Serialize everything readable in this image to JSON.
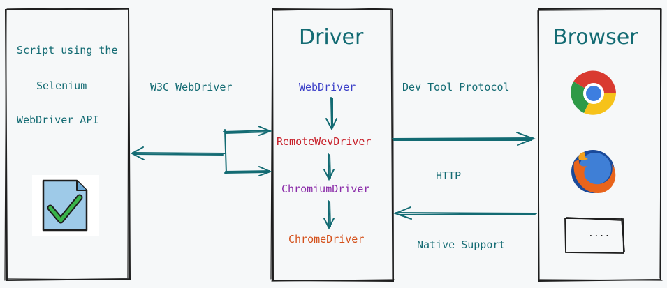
{
  "script_box": {
    "line1": "Script using the",
    "line2": "Selenium",
    "line3": "WebDriver API",
    "icon": "document-check-icon"
  },
  "driver_box": {
    "title": "Driver",
    "webdriver": "WebDriver",
    "remote": "RemoteWevDriver",
    "chromium": "ChromiumDriver",
    "chrome": "ChromeDriver"
  },
  "browser_box": {
    "title": "Browser",
    "chrome_icon": "chrome-icon",
    "firefox_icon": "firefox-icon",
    "more_label": "...."
  },
  "connectors": {
    "w3c": "W3C WebDriver",
    "devtool": "Dev Tool Protocol",
    "http": "HTTP",
    "native": "Native Support"
  },
  "colors": {
    "teal": "#136b73",
    "blue": "#3b3fc8",
    "red": "#c8202a",
    "purple": "#8a2aa8",
    "orange": "#d4501a",
    "box_stroke": "#1e1e1e"
  }
}
